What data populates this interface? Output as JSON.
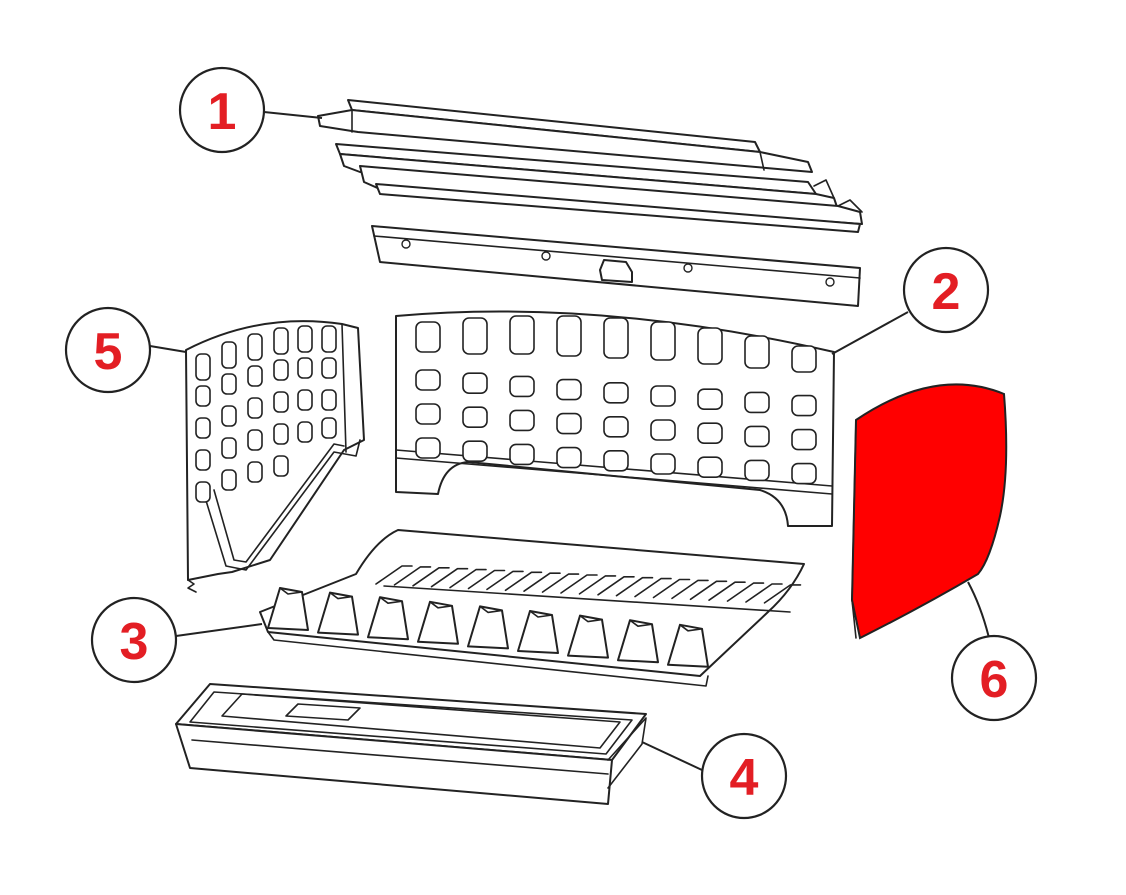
{
  "colors": {
    "line": "#222222",
    "highlight": "#ff0000",
    "callout_text": "#e31e24",
    "background": "#ffffff"
  },
  "callouts": [
    {
      "id": "1",
      "label": "1",
      "part": "top-baffle-bars"
    },
    {
      "id": "2",
      "label": "2",
      "part": "back-panel"
    },
    {
      "id": "3",
      "label": "3",
      "part": "grate"
    },
    {
      "id": "4",
      "label": "4",
      "part": "ash-pan"
    },
    {
      "id": "5",
      "label": "5",
      "part": "left-side-panel"
    },
    {
      "id": "6",
      "label": "6",
      "part": "right-side-panel"
    }
  ],
  "highlighted_part": "right-side-panel"
}
